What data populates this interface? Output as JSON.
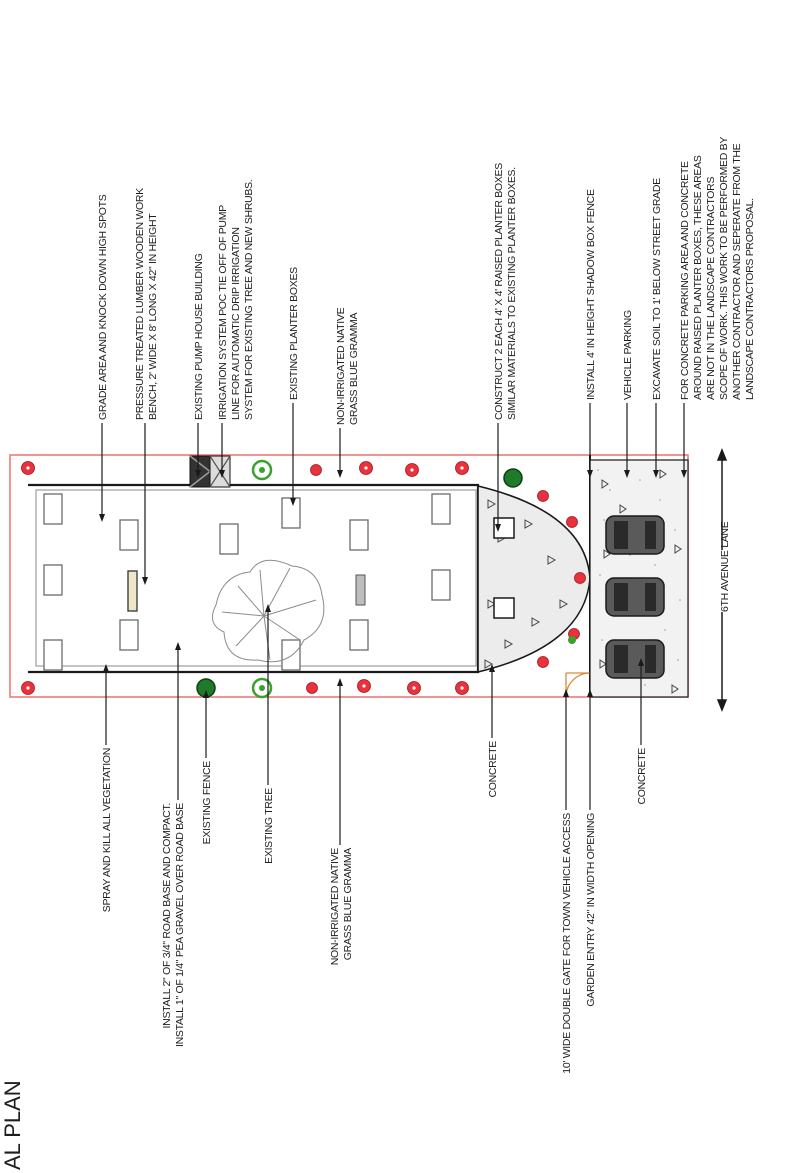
{
  "title": "AL PLAN",
  "lane_label": "6TH AVENUE LANE",
  "colors": {
    "property_line": "#f07a7a",
    "fence": "#1a1a1a",
    "red_plant": "#e8323c",
    "existing_tree": "#3aa02e",
    "dark_shrub": "#1f7a2a",
    "concrete": "#ececec",
    "pumphouse": "#333333"
  },
  "labels": {
    "spray_kill": "SPRAY AND KILL ALL VEGETATION",
    "road_base_1": "INSTALL 2\" OF 3/4\" ROAD BASE AND COMPACT.",
    "road_base_2": "INSTALL 1\" OF 1/4\" PEA GRAVEL OVER ROAD BASE",
    "existing_fence": "EXISTING FENCE",
    "existing_tree": "EXISTING TREE",
    "native_grass_bottom_1": "NON-IRRIGATED NATIVE",
    "native_grass_bottom_2": "GRASS BLUE GRAMMA",
    "concrete_left": "CONCRETE",
    "double_gate": "10' WIDE DOUBLE GATE FOR TOWN VEHICLE ACCESS",
    "garden_entry": "GARDEN ENTRY 42\" IN WIDTH OPENING",
    "concrete_parking": "CONCRETE",
    "grade_area": "GRADE AREA AND KNOCK DOWN HIGH SPOTS",
    "bench_1": "PRESSURE TREATED LUMBER WOODEN WORK",
    "bench_2": "BENCH, 2' WIDE X 8' LONG X 42\" IN HEIGHT",
    "pump_house": "EXISTING PUMP HOUSE BUILDING",
    "irrigation_1": "IRRIGATION SYSTEM POC TIE OFF OF PUMP",
    "irrigation_2": "LINE FOR AUTOMATIC DRIP IRRIGATION",
    "irrigation_3": "SYSTEM FOR EXISTING TREE AND NEW SHRUBS.",
    "existing_planters": "EXISTING PLANTER BOXES",
    "native_grass_top_1": "NON-IRRIGATED NATIVE",
    "native_grass_top_2": "GRASS BLUE GRAMMA",
    "raised_planters_1": "CONSTRUCT 2 EACH 4' X 4' RAISED PLANTER BOXES",
    "raised_planters_2": "SIMILAR MATERIALS TO EXISTING PLANTER BOXES.",
    "shadow_box_fence": "INSTALL 4' IN HEIGHT SHADOW BOX FENCE",
    "vehicle_parking": "VEHICLE PARKING",
    "excavate": "EXCAVATE SOIL TO 1' BELOW STREET GRADE",
    "note_1": "FOR CONCRETE PARKING AREA AND CONCRETE",
    "note_2": "AROUND RAISED PLANTER BOXES, THESE AREAS",
    "note_3": "ARE NOT IN THE LANDSCAPE CONTRACTORS",
    "note_4": "SCOPE OF WORK. THIS WORK TO BE PERFORMED BY",
    "note_5": "ANOTHER CONTRACTOR AND SEPERATE FROM THE",
    "note_6": "LANDSCAPE CONTRACTORS PROPOSAL."
  }
}
